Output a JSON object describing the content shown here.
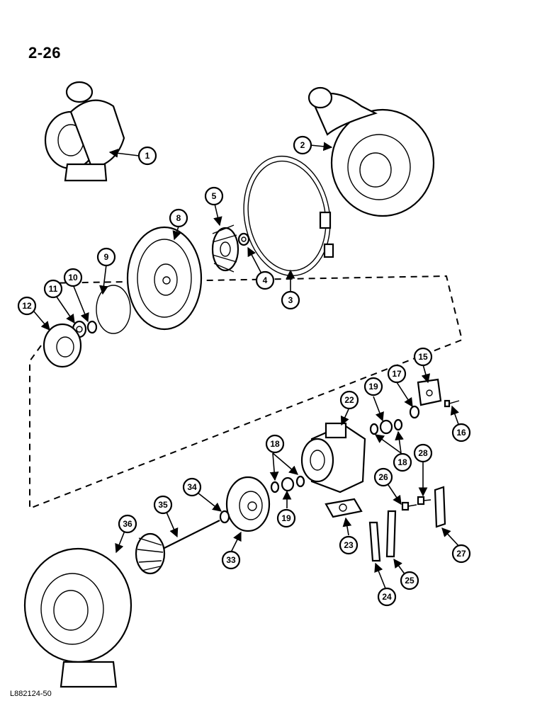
{
  "page": {
    "number": "2-26",
    "drawing_id": "L882124-50"
  },
  "callouts": [
    "1",
    "2",
    "3",
    "4",
    "5",
    "8",
    "9",
    "10",
    "11",
    "12",
    "15",
    "16",
    "17",
    "18",
    "18",
    "18",
    "19",
    "19",
    "22",
    "23",
    "24",
    "25",
    "26",
    "27",
    "28",
    "33",
    "34",
    "35",
    "36"
  ]
}
